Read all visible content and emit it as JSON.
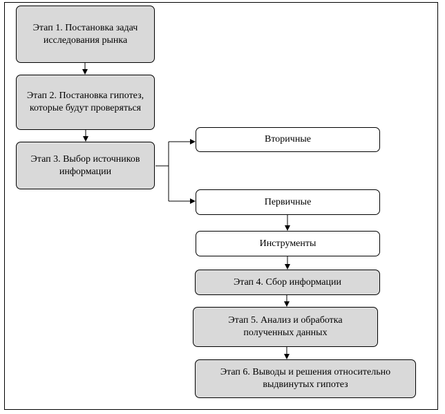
{
  "stages": {
    "stage1": "Этап 1. Постановка задач исследования рынка",
    "stage2": "Этап 2. Постановка гипотез, которые будут проверяться",
    "stage3": "Этап 3. Выбор источников информации",
    "secondary": "Вторичные",
    "primary": "Первичные",
    "instruments": "Инструменты",
    "stage4": "Этап 4. Сбор информации",
    "stage5": "Этап 5. Анализ и обработка полученных данных",
    "stage6": "Этап 6. Выводы и решения относительно выдвинутых гипотез"
  },
  "colors": {
    "stage_fill": "#d9d9d9",
    "source_fill": "#ffffff",
    "line": "#000000"
  }
}
